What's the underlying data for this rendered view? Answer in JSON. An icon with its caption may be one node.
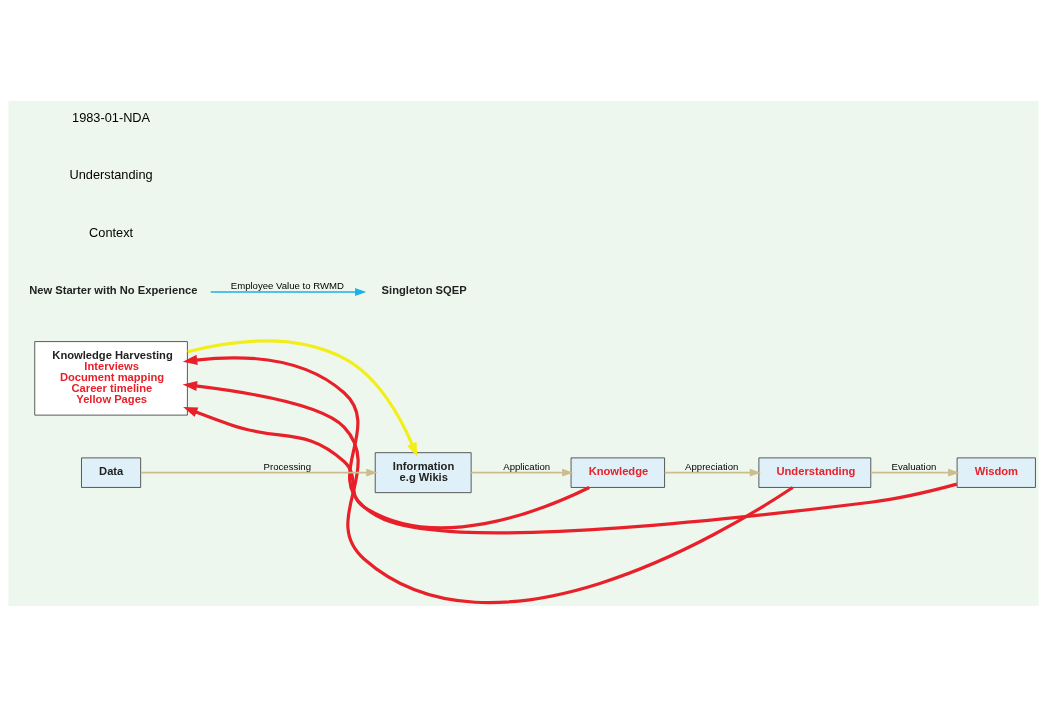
{
  "diagram": {
    "nodes": [
      {
        "text": [
          "Knowledge Harvesting",
          "Interviews",
          "Document mapping",
          "Career timeline",
          "Yellow Pages"
        ]
      },
      {
        "text": [
          "Wisdom"
        ]
      },
      {
        "text": [
          "Understanding"
        ]
      },
      {
        "text": [
          "Knowledge"
        ]
      },
      {
        "text": [
          "Information",
          "e.g Wikis"
        ]
      },
      {
        "text": [
          "Data"
        ]
      },
      {
        "text": [
          "New Starter with No Experience"
        ]
      },
      {
        "text": [
          "Singleton SQEP"
        ]
      }
    ],
    "edges": [
      {
        "from": 5,
        "to": 4,
        "arrow": "to",
        "label": "Processing"
      },
      {
        "from": 4,
        "to": 3,
        "arrow": "to",
        "label": "Application"
      },
      {
        "from": 3,
        "to": 2,
        "arrow": "to",
        "label": "Appreciation"
      },
      {
        "from": 2,
        "to": 1,
        "arrow": "to",
        "label": "Evaluation"
      },
      {
        "from": 1,
        "to": 0,
        "arrow": "to",
        "style": "thick",
        "color": "#e8202a"
      },
      {
        "from": 2,
        "to": 0,
        "arrow": "to",
        "style": "thick",
        "color": "#e8202a"
      },
      {
        "from": 3,
        "to": 0,
        "arrow": "to",
        "style": "thick",
        "color": "#e8202a"
      },
      {
        "from": 0,
        "to": 4,
        "arrow": "to",
        "style": "thick",
        "color": "#f2ee1a"
      },
      {
        "from": 6,
        "to": 7,
        "arrow": "to",
        "label": "Employee Value to RWMD",
        "color": "#1ab0e8"
      }
    ],
    "labels": [
      "Context",
      "Understanding",
      "1983-01-NDA"
    ]
  }
}
